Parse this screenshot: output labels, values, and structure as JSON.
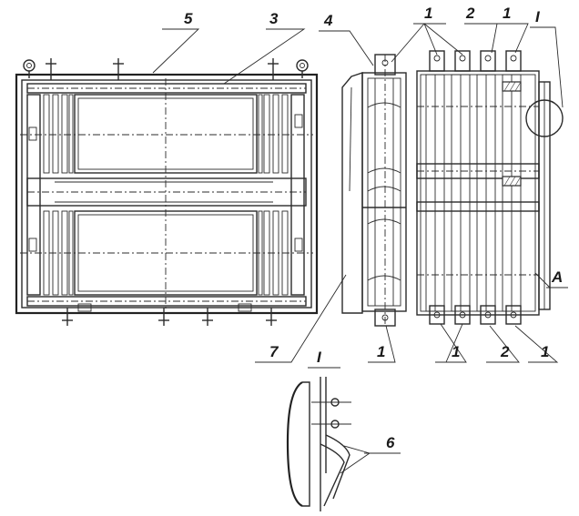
{
  "callouts": {
    "c5": "5",
    "c3": "3",
    "c4": "4",
    "c1_top_a": "1",
    "c2_top": "2",
    "c1_top_b": "1",
    "cI_top": "I",
    "cA": "A",
    "c7": "7",
    "c1_bot_a": "1",
    "c1_bot_b": "1",
    "c2_bot": "2",
    "c1_bot_c": "1",
    "cI_detail": "I",
    "c6": "6"
  },
  "colors": {
    "ink": "#2b2b2b",
    "paper": "#ffffff"
  }
}
